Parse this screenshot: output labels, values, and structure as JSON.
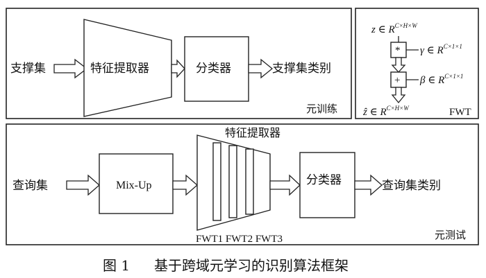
{
  "meta_train": {
    "input": "支撑集",
    "extractor": "特征提取器",
    "classifier": "分类器",
    "output": "支撑集类别",
    "panel_label": "元训练"
  },
  "fwt": {
    "panel_label": "FWT",
    "z_in": "z ∈ R",
    "z_in_sup": "C×H×W",
    "mult_symbol": "*",
    "add_symbol": "+",
    "gamma": "γ ∈ R",
    "gamma_sup": "C×1×1",
    "beta": "β ∈ R",
    "beta_sup": "C×1×1",
    "z_out": "ẑ ∈ R",
    "z_out_sup": "C×H×W"
  },
  "meta_test": {
    "input": "查询集",
    "mixup": "Mix-Up",
    "extractor_title": "特征提取器",
    "fwt_labels": "FWT1 FWT2 FWT3",
    "classifier": "分类器",
    "output": "查询集类别",
    "panel_label": "元测试"
  },
  "caption": {
    "number": "图 1",
    "text": "基于跨域元学习的识别算法框架"
  }
}
